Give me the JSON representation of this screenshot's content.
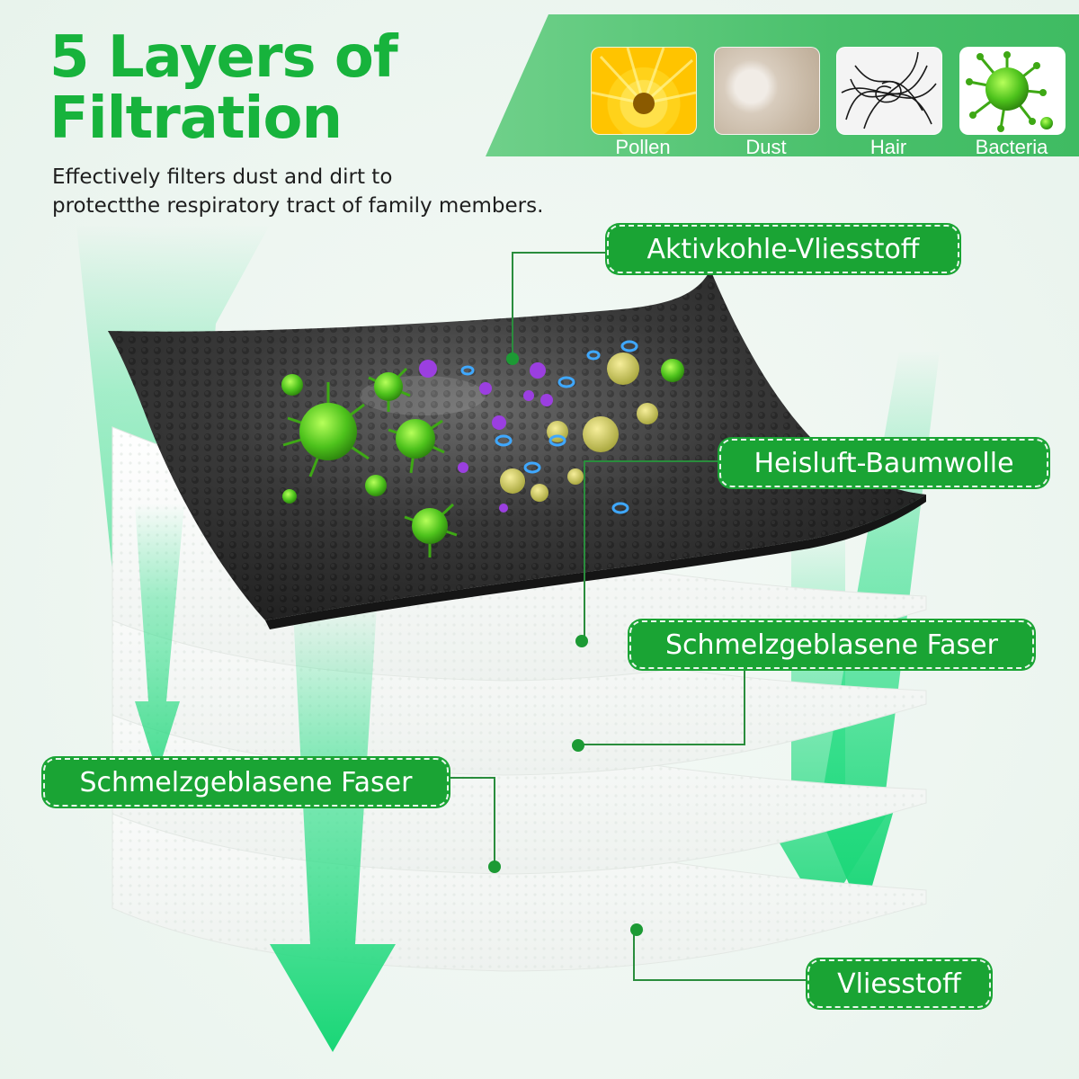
{
  "header": {
    "title_line1": "5 Layers of",
    "title_line2": "Filtration",
    "subtitle_line1": "Effectively filters dust and dirt to",
    "subtitle_line2": "protectthe respiratory tract of family members."
  },
  "particles": {
    "items": [
      {
        "label": "Pollen",
        "icon": "pollen-flower-photo"
      },
      {
        "label": "Dust",
        "icon": "dust-cloud-photo"
      },
      {
        "label": "Hair",
        "icon": "hair-strands-photo"
      },
      {
        "label": "Bacteria",
        "icon": "bacteria-virus-icon"
      }
    ]
  },
  "layers": {
    "layer1": "Aktivkohle-Vliesstoff",
    "layer2": "Heisluft-Baumwolle",
    "layer3": "Schmelzgeblasene Faser",
    "layer4": "Schmelzgeblasene Faser",
    "layer5": "Vliesstoff"
  },
  "colors": {
    "brand_green": "#17b33c",
    "label_green": "#1aa434",
    "arrow_green": "#2ee08a",
    "carbon_black": "#2b2b2b"
  }
}
